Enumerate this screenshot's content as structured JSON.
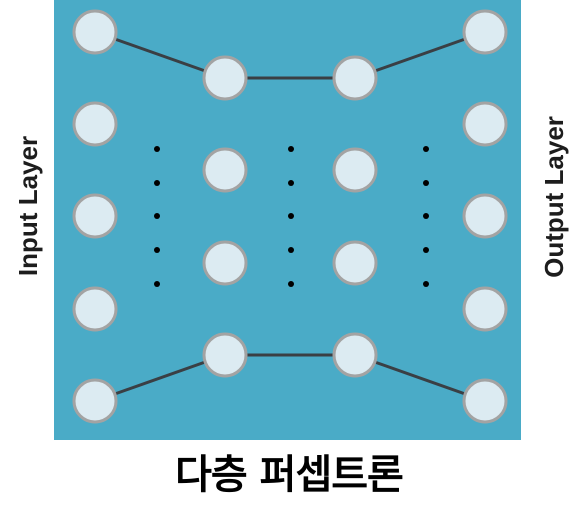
{
  "labels": {
    "input_layer": "Input Layer",
    "output_layer": "Output Layer",
    "caption": "다층 퍼셉트론"
  },
  "colors": {
    "panel": "#4aabc7",
    "node_fill": "#dcebf2",
    "node_stroke": "#a3a3a3",
    "edge": "#3a3f44",
    "dots": "#000000"
  }
}
